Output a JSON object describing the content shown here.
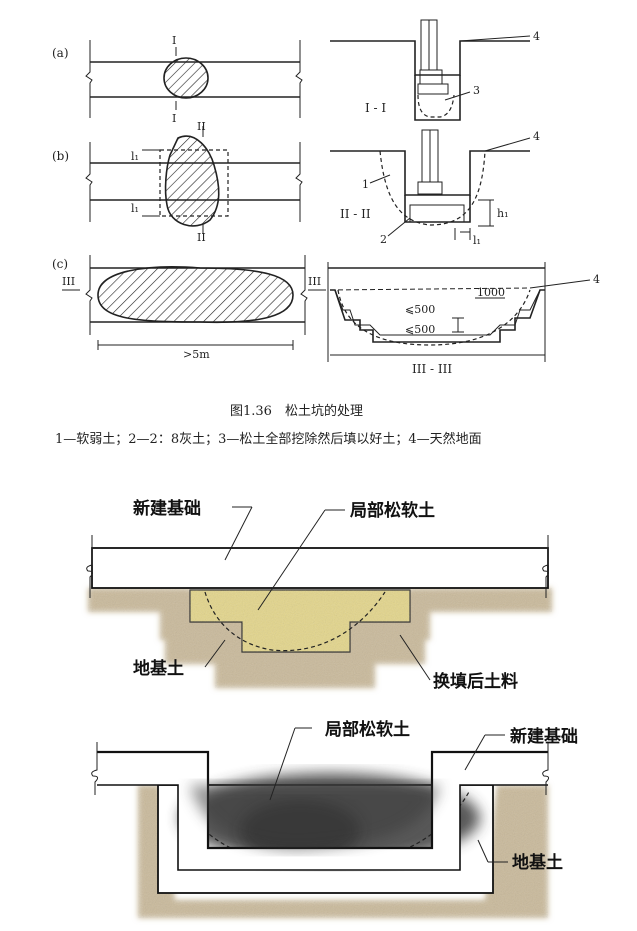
{
  "top_figure": {
    "panel_labels": [
      "(a)",
      "(b)",
      "(c)"
    ],
    "section_labels": {
      "a_top": "I",
      "a_bottom": "I",
      "a_section": "I - I",
      "b_top": "II",
      "b_bottom": "II",
      "b_section": "II - II",
      "c_left": "III",
      "c_right": "III",
      "c_section": "III - III"
    },
    "dims": {
      "l1_left_top": "l₁",
      "l1_left_bottom": "l₁",
      "h1": "h₁",
      "l1_right": "l₁",
      "width_5m": ">5m",
      "d1000": "1000",
      "step1": "⩽500",
      "step2": "⩽500"
    },
    "callouts": {
      "n1": "1",
      "n2": "2",
      "n3": "3",
      "n4_a": "4",
      "n4_b": "4",
      "n4_c": "4"
    },
    "caption": "图1.36　松土坑的处理",
    "legend": "1—软弱土；2—2：8灰土；3—松土全部挖除然后填以好土；4—天然地面"
  },
  "middle_figure": {
    "new_foundation": "新建基础",
    "local_soft_soil": "局部松软土",
    "base_soil": "地基土",
    "backfill": "换填后土料"
  },
  "bottom_figure": {
    "local_soft_soil": "局部松软土",
    "new_foundation": "新建基础",
    "base_soil": "地基土"
  },
  "colors": {
    "soil": "#c9b99a",
    "backfill": "#e3d58a",
    "soft_soil_dark": "#3a3a3a"
  }
}
